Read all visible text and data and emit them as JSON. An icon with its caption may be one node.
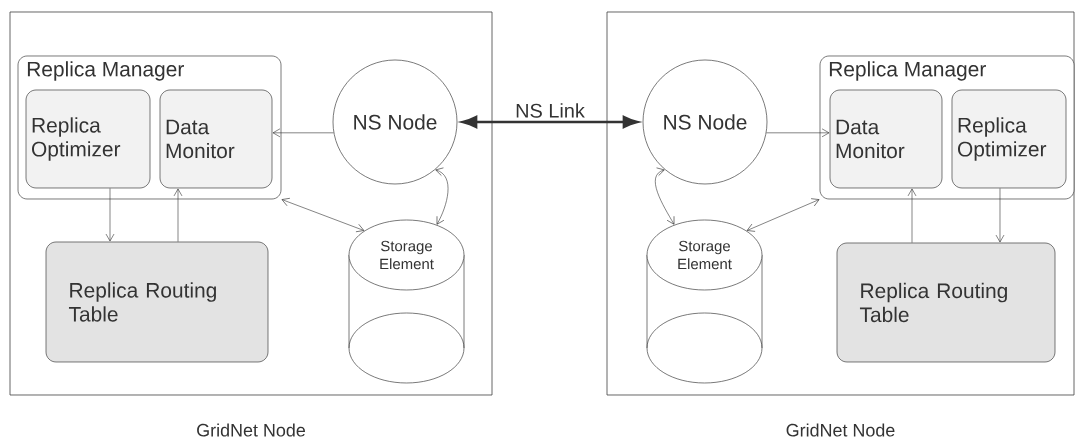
{
  "diagram": {
    "nodes": [
      {
        "text": [
          "GridNet Node"
        ]
      },
      {
        "text": [
          "Replica Manager"
        ],
        "in": 0
      },
      {
        "text": [
          "Replica Optimizer"
        ],
        "in": 1
      },
      {
        "text": [
          "Data Monitor"
        ],
        "in": 1
      },
      {
        "text": [
          "Replica Routing Table"
        ],
        "in": 0
      },
      {
        "text": [
          "NS Node"
        ],
        "in": 0
      },
      {
        "text": [
          "Storage Element"
        ],
        "in": 0
      },
      {
        "text": [
          "GridNet Node"
        ]
      },
      {
        "text": [
          "NS Node"
        ],
        "in": 7
      },
      {
        "text": [
          "Replica Manager"
        ],
        "in": 7
      },
      {
        "text": [
          "Data Monitor"
        ],
        "in": 9
      },
      {
        "text": [
          "Replica Optimizer"
        ],
        "in": 9
      },
      {
        "text": [
          "Replica Routing Table"
        ],
        "in": 7
      },
      {
        "text": [
          "Storage Element"
        ],
        "in": 7
      }
    ],
    "edges": [
      {
        "from": 5,
        "to": 3,
        "arrow": "to"
      },
      {
        "from": 2,
        "to": 4,
        "arrow": "to"
      },
      {
        "from": 4,
        "to": 3,
        "arrow": "to"
      },
      {
        "from": 1,
        "to": 6,
        "arrow": "both"
      },
      {
        "from": 5,
        "to": 6,
        "arrow": "both"
      },
      {
        "from": 5,
        "to": 8,
        "arrow": "both",
        "label": "NS Link",
        "style": "thick"
      },
      {
        "from": 8,
        "to": 10,
        "arrow": "to"
      },
      {
        "from": 11,
        "to": 12,
        "arrow": "to"
      },
      {
        "from": 12,
        "to": 10,
        "arrow": "to"
      },
      {
        "from": 9,
        "to": 13,
        "arrow": "both"
      },
      {
        "from": 8,
        "to": 13,
        "arrow": "both"
      }
    ]
  }
}
